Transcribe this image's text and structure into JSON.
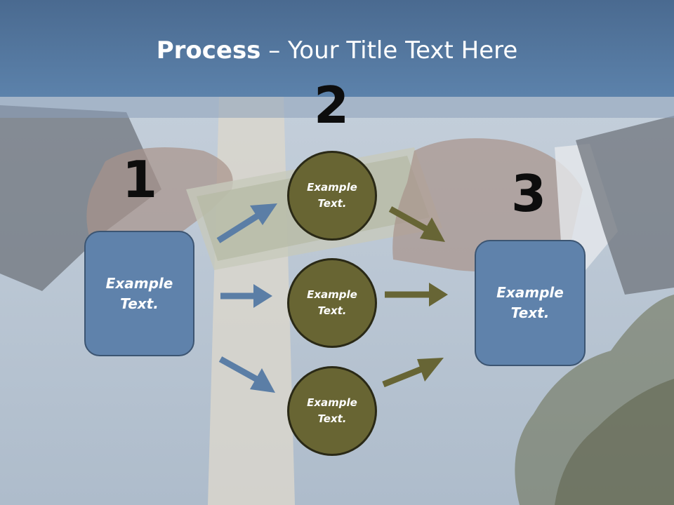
{
  "slide": {
    "title_bold": "Process",
    "title_rest": " – Your Title Text Here"
  },
  "steps": {
    "one": "1",
    "two": "2",
    "three": "3"
  },
  "nodes": {
    "left_box": "Example\nText.",
    "right_box": "Example\nText.",
    "circle_top": "Example\nText.",
    "circle_middle": "Example\nText.",
    "circle_bottom": "Example\nText."
  },
  "colors": {
    "header": "#5c82ab",
    "box_fill": "#5f82ab",
    "circle_fill": "#686533",
    "arrow_blue": "#5b7ea6",
    "arrow_olive": "#676535"
  }
}
